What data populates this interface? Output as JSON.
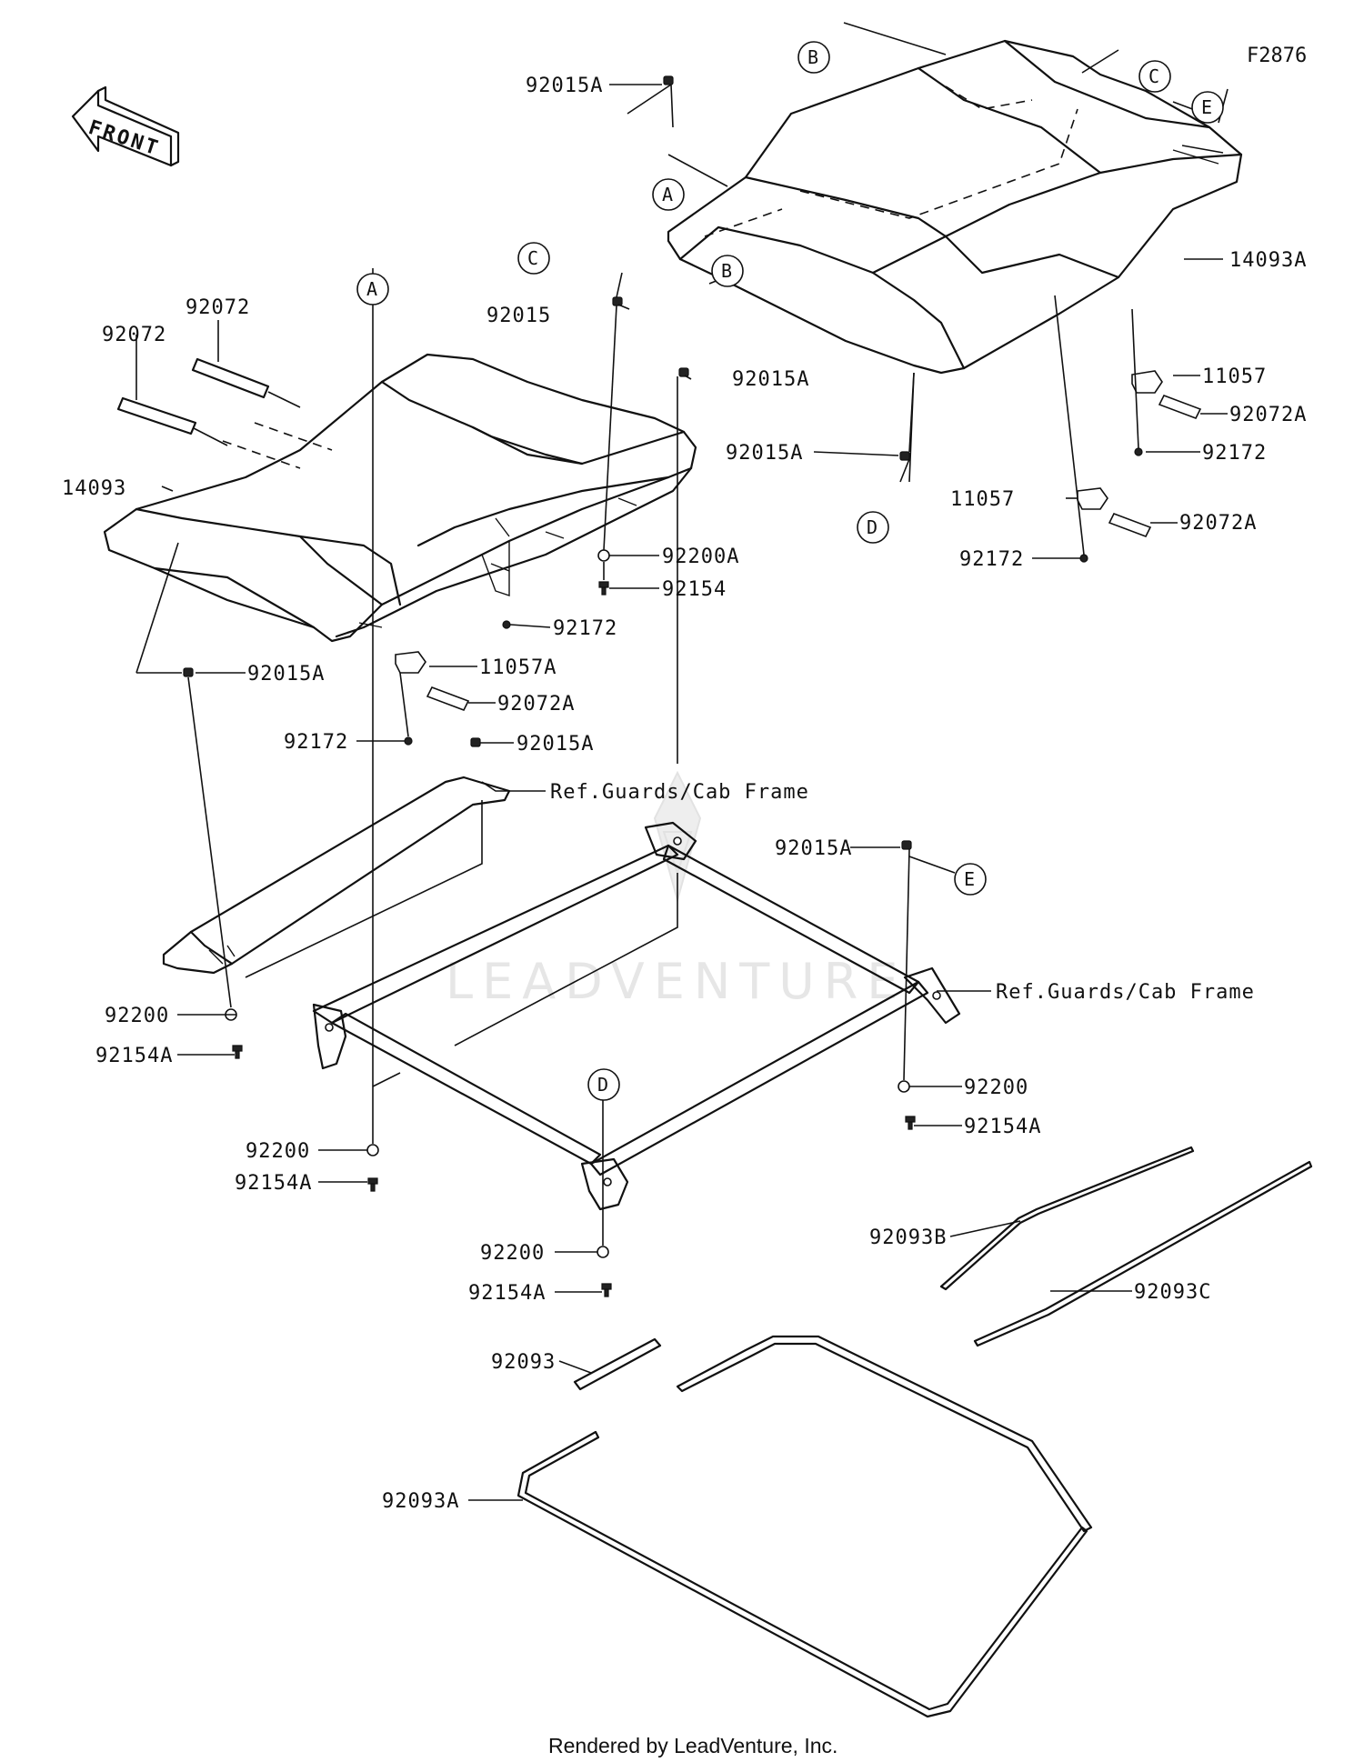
{
  "figure_id": "F2876",
  "footer": "Rendered by LeadVenture, Inc.",
  "watermark": "LEADVENTURE",
  "front_arrow_label": "FRONT",
  "ref_labels": {
    "cab_frame_center": "Ref.Guards/Cab Frame",
    "cab_frame_right": "Ref.Guards/Cab Frame"
  },
  "callouts": {
    "top_b": "B",
    "top_c": "C",
    "top_e": "E",
    "top_a": "A",
    "left_a": "A",
    "mid_c": "C",
    "mid_b": "B",
    "mid_d": "D",
    "right_e": "E",
    "frame_d": "D"
  },
  "part_labels": {
    "p_92015A_top": "92015A",
    "p_14093A": "14093A",
    "p_11057_upper": "11057",
    "p_92072A_upper": "92072A",
    "p_92172_upper": "92172",
    "p_92015A_mid_b": "92015A",
    "p_92015A_mid_d": "92015A",
    "p_11057_lower": "11057",
    "p_92072A_lower": "92072A",
    "p_92172_lower": "92172",
    "p_92072_a": "92072",
    "p_92072_b": "92072",
    "p_92015": "92015",
    "p_14093": "14093",
    "p_92200A": "92200A",
    "p_92154": "92154",
    "p_92172_mid": "92172",
    "p_92015A_left": "92015A",
    "p_11057A": "11057A",
    "p_92072A_left": "92072A",
    "p_92172_left": "92172",
    "p_92015A_frame": "92015A",
    "p_92015A_right": "92015A",
    "p_92200_left": "92200",
    "p_92154A_left": "92154A",
    "p_92200_right": "92200",
    "p_92154A_right": "92154A",
    "p_92200_center": "92200",
    "p_92154A_center": "92154A",
    "p_92200_bottom": "92200",
    "p_92154A_bottom": "92154A",
    "p_92093B": "92093B",
    "p_92093C": "92093C",
    "p_92093": "92093",
    "p_92093A": "92093A"
  }
}
